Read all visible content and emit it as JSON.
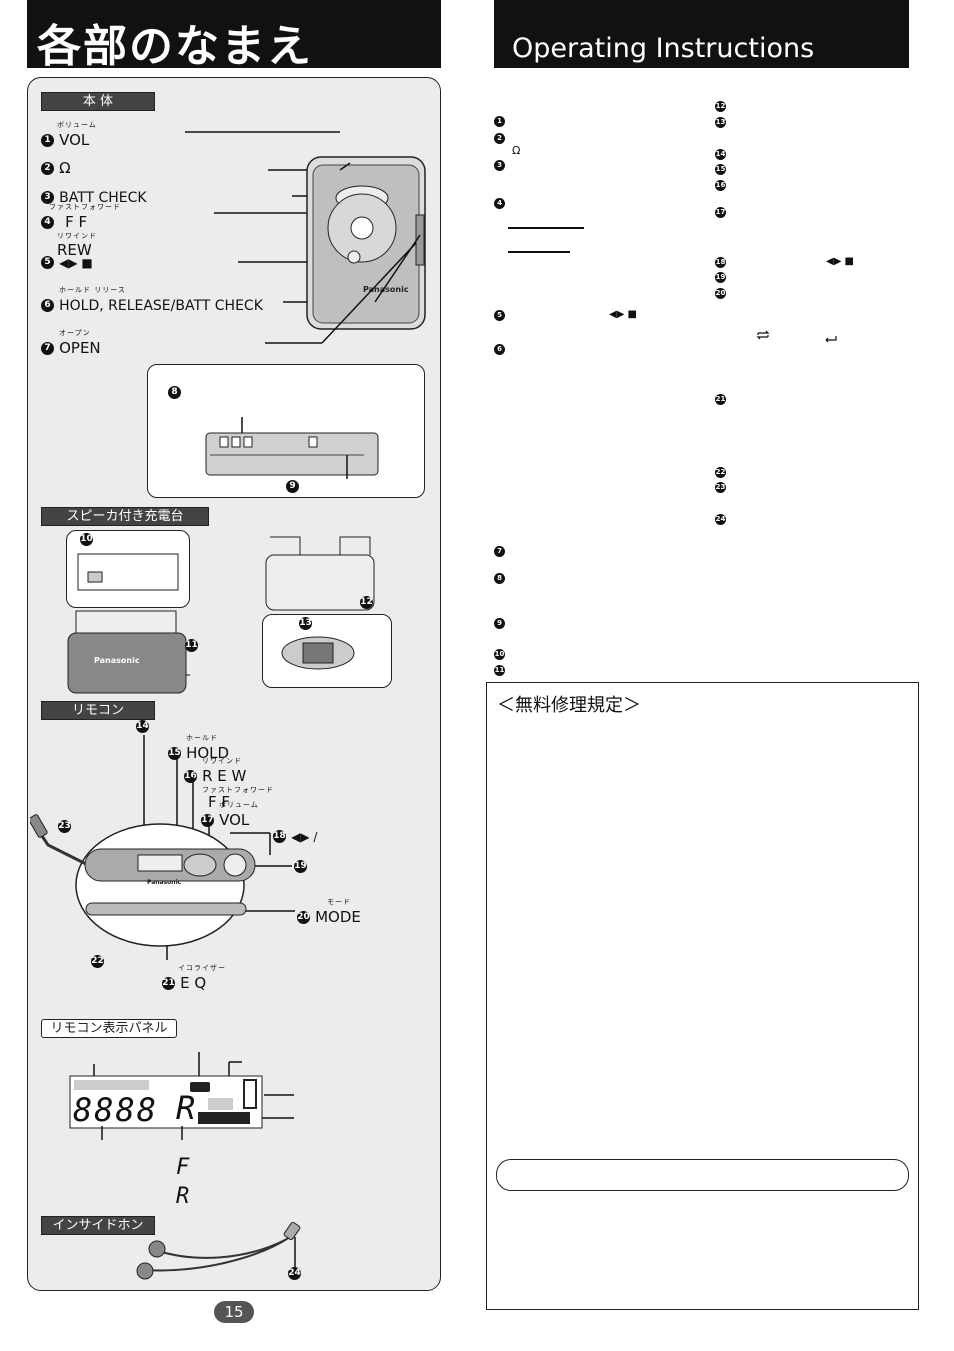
{
  "header": {
    "jp_title": "各部のなまえ",
    "en_title": "Operating Instructions"
  },
  "body_section": {
    "tag": "本 体",
    "items": [
      {
        "num": "1",
        "ruby": "ボリューム",
        "label": "VOL"
      },
      {
        "num": "2",
        "label": "Ω"
      },
      {
        "num": "3",
        "label": "BATT CHECK"
      },
      {
        "num": "4",
        "ruby": "ファストフォワード",
        "label": "F F",
        "ruby2": "リワインド",
        "label2": "REW"
      },
      {
        "num": "5",
        "label": "◀▶ ■"
      },
      {
        "num": "6",
        "ruby": "ホールド  リリース",
        "label": "HOLD, RELEASE/BATT CHECK"
      },
      {
        "num": "7",
        "ruby": "オープン",
        "label": "OPEN"
      }
    ],
    "callout_nums": {
      "a": "8",
      "b": "9"
    }
  },
  "speaker_section": {
    "tag": "スピーカ付き充電台",
    "nums": [
      "10",
      "11",
      "12",
      "13"
    ]
  },
  "remote_section": {
    "tag": "リモコン",
    "items": [
      {
        "num": "14",
        "label": ""
      },
      {
        "num": "15",
        "ruby": "ホールド",
        "label": "HOLD"
      },
      {
        "num": "16",
        "ruby": "リワインド",
        "label": "R E W",
        "ruby2": "ファストフォワード",
        "label2": "F  F"
      },
      {
        "num": "17",
        "ruby": "ボリューム",
        "label": "VOL"
      },
      {
        "num": "18",
        "label": "◀▶ /"
      },
      {
        "num": "19",
        "label": ""
      },
      {
        "num": "20",
        "ruby": "モード",
        "label": "MODE"
      },
      {
        "num": "21",
        "ruby": "イコライザー",
        "label": "E Q"
      },
      {
        "num": "22",
        "label": ""
      },
      {
        "num": "23",
        "label": ""
      }
    ]
  },
  "display_section": {
    "tag": "リモコン表示パネル",
    "digits": "8888",
    "dir_f": "F",
    "dir_r": "R"
  },
  "earphone_section": {
    "tag": "インサイドホン",
    "num": "24"
  },
  "right_column": {
    "col1": [
      {
        "num": "1",
        "text": ""
      },
      {
        "num": "2",
        "text": "Ω"
      },
      {
        "num": "3",
        "text": ""
      },
      {
        "num": "4",
        "text": ""
      },
      {
        "num": "5",
        "text": "◀▶ ■"
      },
      {
        "num": "6",
        "text": ""
      },
      {
        "num": "7",
        "text": ""
      },
      {
        "num": "8",
        "text": ""
      },
      {
        "num": "9",
        "text": ""
      },
      {
        "num": "10",
        "text": ""
      },
      {
        "num": "11",
        "text": ""
      }
    ],
    "col2": [
      {
        "num": "12",
        "text": ""
      },
      {
        "num": "13",
        "text": ""
      },
      {
        "num": "14",
        "text": ""
      },
      {
        "num": "15",
        "text": ""
      },
      {
        "num": "16",
        "text": ""
      },
      {
        "num": "17",
        "text": ""
      },
      {
        "num": "18",
        "text": "◀▶ ■"
      },
      {
        "num": "19",
        "text": ""
      },
      {
        "num": "20",
        "text": ""
      },
      {
        "num": "21",
        "text": ""
      },
      {
        "num": "22",
        "text": ""
      },
      {
        "num": "23",
        "text": ""
      },
      {
        "num": "24",
        "text": ""
      }
    ]
  },
  "repair": {
    "title": "＜無料修理規定＞"
  },
  "page": {
    "number": "15"
  }
}
